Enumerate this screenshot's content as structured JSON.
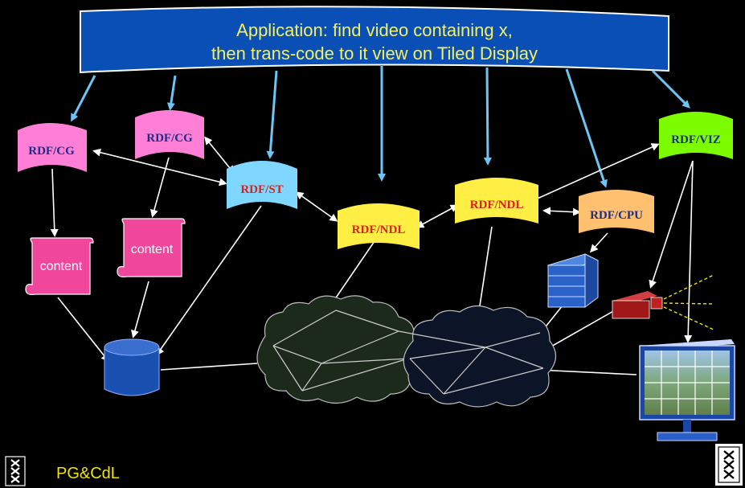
{
  "banner": {
    "line1": "Application: find video containing x,",
    "line2": "then trans-code to it view on Tiled Display"
  },
  "nodes": {
    "rdf_cg_1": "RDF/CG",
    "rdf_cg_2": "RDF/CG",
    "rdf_st": "RDF/ST",
    "rdf_ndl_1": "RDF/NDL",
    "rdf_ndl_2": "RDF/NDL",
    "rdf_cpu": "RDF/CPU",
    "rdf_viz": "RDF/VIZ",
    "content_1": "content",
    "content_2": "content"
  },
  "footer": {
    "author": "PG&CdL"
  },
  "colors": {
    "banner": "#0a4fb5",
    "arrow_blue": "#6cc5f2",
    "cg_pink": "#ff7fd7",
    "st_cyan": "#7fd6ff",
    "ndl_yellow": "#ffee44",
    "cpu_orange": "#ffc070",
    "viz_green": "#7dfc00",
    "scroll_magenta": "#f0469c",
    "db_blue": "#1a50b0",
    "text_dark_blue": "#1a2f8a",
    "text_red": "#e02010",
    "footer_yellow": "#f2e200"
  }
}
